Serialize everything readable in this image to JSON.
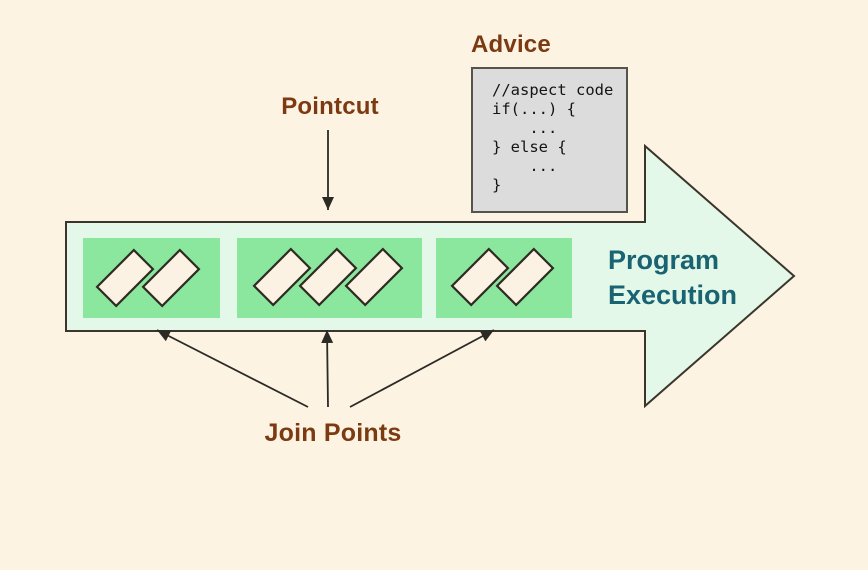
{
  "labels": {
    "pointcut": "Pointcut",
    "advice": "Advice",
    "join_points": "Join Points",
    "program_execution_line1": "Program",
    "program_execution_line2": "Execution"
  },
  "advice_code": "//aspect code\nif(...) {\n    ...\n} else {\n    ...\n}",
  "structure": {
    "segments": [
      {
        "statement_blocks": 2
      },
      {
        "statement_blocks": 3
      },
      {
        "statement_blocks": 2
      }
    ],
    "join_point_arrows": 3
  },
  "colors": {
    "background": "#fcf3e3",
    "label_text": "#7c3a13",
    "program_execution_text": "#1a6372",
    "arrow_fill": "#e3f8e8",
    "arrow_outline": "#3b352c",
    "segment_fill": "#8be69e",
    "statement_fill": "#fbf2e3",
    "statement_outline": "#2e2b22",
    "code_box_fill": "#dcdcdc",
    "code_box_border": "#55534d",
    "code_text": "#141414",
    "connector": "#2b2a24"
  }
}
